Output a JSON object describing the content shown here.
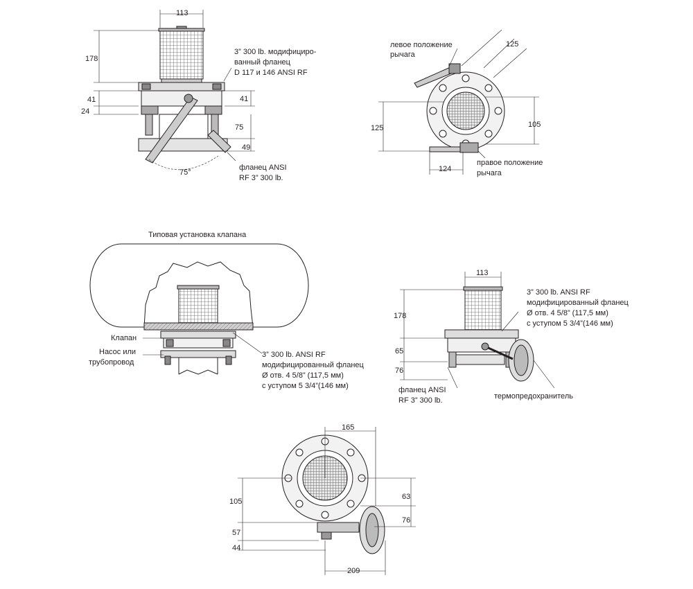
{
  "top_left": {
    "dims": {
      "width_113": "113",
      "h_178": "178",
      "h_41_left": "41",
      "h_24": "24",
      "h_41_right": "41",
      "h_75": "75",
      "h_49": "49",
      "angle": "75°"
    },
    "flange_note": [
      "3” 300 lb.  модифициро-",
      "ванный фланец",
      "D 117 и 146 ANSI RF"
    ],
    "ansi_note": [
      "фланец ANSI",
      "RF 3” 300 lb."
    ]
  },
  "top_right": {
    "dims": {
      "d_125_top": "125",
      "d_125_left": "125",
      "d_105": "105",
      "d_124": "124"
    },
    "lever_left": [
      "левое положение",
      "рычага"
    ],
    "lever_right": [
      "правое положение",
      "рычага"
    ]
  },
  "middle_left": {
    "title": "Типовая установка клапана",
    "valve_label": "Клапан",
    "pump_label": [
      "Насос или",
      "трубопровод"
    ],
    "flange_note": [
      "3” 300 lb. ANSI RF",
      "модифицированный фланец",
      "Ø отв. 4 5/8” (117,5 мм)",
      "с уступом 5 3/4”(146 мм)"
    ]
  },
  "middle_right": {
    "dims": {
      "w_113": "113",
      "h_178": "178",
      "h_65": "65",
      "h_76": "76"
    },
    "flange_note": [
      "3” 300 lb. ANSI RF",
      "модифицированный фланец",
      "Ø отв. 4 5/8” (117,5 мм)",
      "с уступом 5 3/4”(146 мм)"
    ],
    "ansi_note": [
      "фланец ANSI",
      "RF 3” 300 lb."
    ],
    "thermo_label": "термопредохранитель"
  },
  "bottom": {
    "dims": {
      "d_165": "165",
      "d_105": "105",
      "d_63": "63",
      "d_76": "76",
      "d_57": "57",
      "d_44": "44",
      "d_209": "209"
    }
  }
}
